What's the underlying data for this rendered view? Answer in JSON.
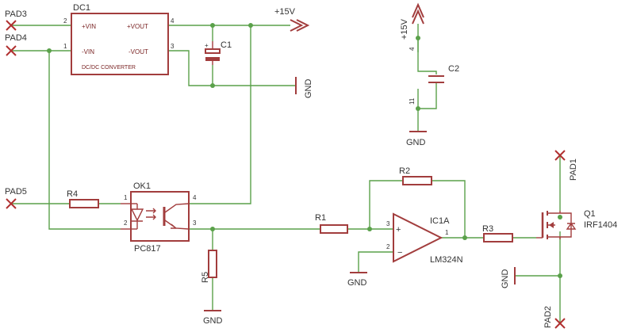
{
  "components": {
    "dc1": {
      "ref": "DC1",
      "type": "DC/DC CONVERTER",
      "pins": {
        "vin_pos": "+VIN",
        "vin_neg": "-VIN",
        "vout_pos": "+VOUT",
        "vout_neg": "-VOUT"
      },
      "pin_numbers": {
        "vin_pos": "2",
        "vin_neg": "1",
        "vout_pos": "4",
        "vout_neg": "3"
      }
    },
    "c1": {
      "ref": "C1"
    },
    "c2": {
      "ref": "C2"
    },
    "ok1": {
      "ref": "OK1",
      "value": "PC817",
      "pin_numbers": {
        "p1": "1",
        "p2": "2",
        "p3": "3",
        "p4": "4"
      }
    },
    "r1": {
      "ref": "R1"
    },
    "r2": {
      "ref": "R2"
    },
    "r3": {
      "ref": "R3"
    },
    "r4": {
      "ref": "R4"
    },
    "r5": {
      "ref": "R5"
    },
    "ic1a": {
      "ref": "IC1A",
      "value": "LM324N",
      "pin_numbers": {
        "out": "1",
        "inv": "2",
        "noninv": "3"
      },
      "supply_pins": {
        "v_pos": "4",
        "v_neg": "11"
      }
    },
    "q1": {
      "ref": "Q1",
      "value": "IRF1404"
    }
  },
  "pads": {
    "pad1": "PAD1",
    "pad2": "PAD2",
    "pad3": "PAD3",
    "pad4": "PAD4",
    "pad5": "PAD5"
  },
  "supplies": {
    "v15_a": "+15V",
    "v15_b": "+15V"
  },
  "grounds": {
    "gnd_c1": "GND",
    "gnd_c2": "GND",
    "gnd_r5": "GND",
    "gnd_opamp": "GND",
    "gnd_q1": "GND"
  },
  "colors": {
    "wire": "#5aa14a",
    "part": "#a23d3d",
    "text": "#333333"
  }
}
